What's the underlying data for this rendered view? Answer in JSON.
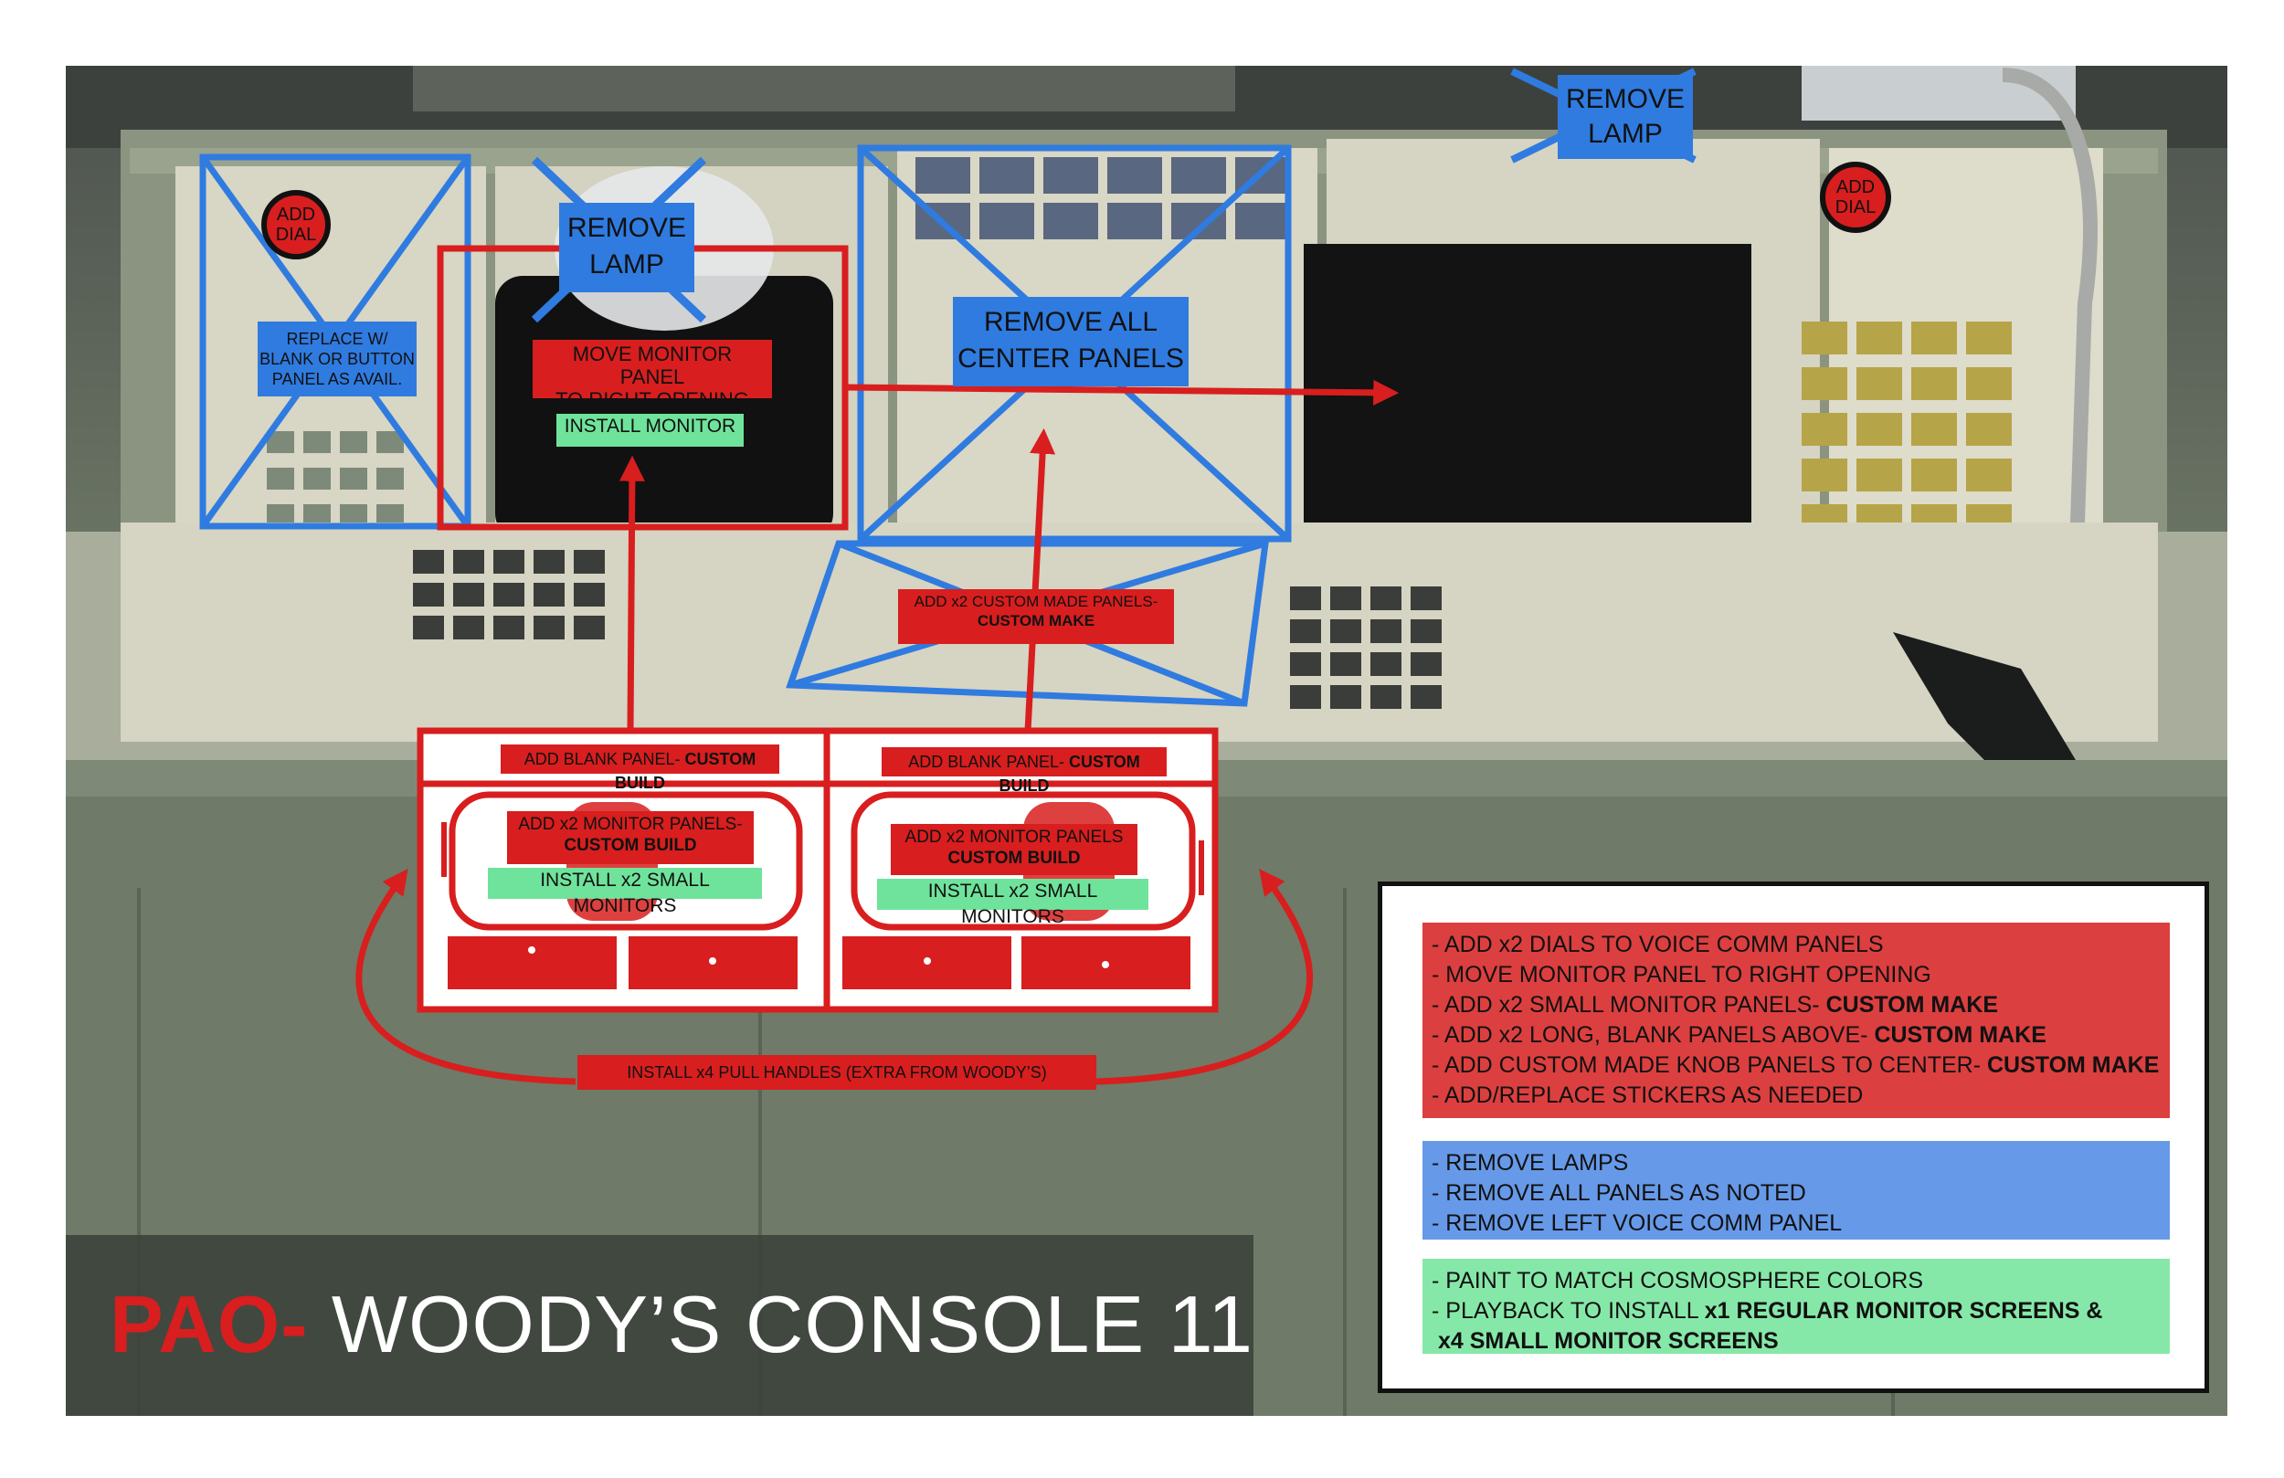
{
  "title": {
    "prefix": "PAO-",
    "main": "WOODY’S CONSOLE 11"
  },
  "labels": {
    "add_dial": "ADD DIAL",
    "replace_panel_1": "REPLACE W/",
    "replace_panel_2": "BLANK OR BUTTON",
    "replace_panel_3": "PANEL AS AVAIL.",
    "remove_lamp_1": "REMOVE",
    "remove_lamp_2": "LAMP",
    "move_monitor_1": "MOVE MONITOR PANEL",
    "move_monitor_2": "TO RIGHT OPENING",
    "install_monitor": "INSTALL MONITOR",
    "remove_center_1": "REMOVE ALL",
    "remove_center_2": "CENTER PANELS",
    "add_custom_panels_1": "ADD x2 CUSTOM MADE PANELS-",
    "custom_make": "CUSTOM MAKE",
    "add_blank_panel": "ADD BLANK PANEL-",
    "custom_build": "CUSTOM BUILD",
    "add_monitor_panels": "ADD x2 MONITOR PANELS-",
    "add_monitor_panels_right": "ADD x2 MONITOR PANELS",
    "custom_build_caps": "CUSTOM BUILD",
    "install_small_monitors": "INSTALL x2 SMALL MONITORS",
    "install_pull_handles": "INSTALL x4 PULL HANDLES (EXTRA FROM WOODY’S)"
  },
  "legend": {
    "red": [
      "- ADD x2 DIALS TO VOICE COMM PANELS",
      "- MOVE MONITOR PANEL TO RIGHT OPENING",
      "- ADD x2 SMALL MONITOR PANELS-",
      "- ADD x2 LONG, BLANK PANELS ABOVE-",
      "- ADD CUSTOM MADE KNOB PANELS TO CENTER-",
      "- ADD/REPLACE STICKERS AS NEEDED"
    ],
    "red_bold": [
      "",
      "",
      "CUSTOM MAKE",
      "CUSTOM MAKE",
      "CUSTOM MAKE",
      ""
    ],
    "blue": [
      "- REMOVE LAMPS",
      "- REMOVE ALL PANELS AS NOTED",
      "- REMOVE LEFT VOICE COMM PANEL"
    ],
    "green": [
      "- PAINT TO MATCH COSMOSPHERE COLORS",
      "- PLAYBACK TO INSTALL",
      ""
    ],
    "green_bold": [
      "",
      "x1 REGULAR MONITOR SCREENS &",
      "x4 SMALL MONITOR SCREENS"
    ]
  },
  "colors": {
    "add_red": "#d81e1e",
    "remove_blue": "#2f7be0",
    "install_green": "#6fe39b",
    "legend_red": "#dc3f3f",
    "legend_blue": "#6699e8",
    "legend_green": "#86e8a8"
  }
}
